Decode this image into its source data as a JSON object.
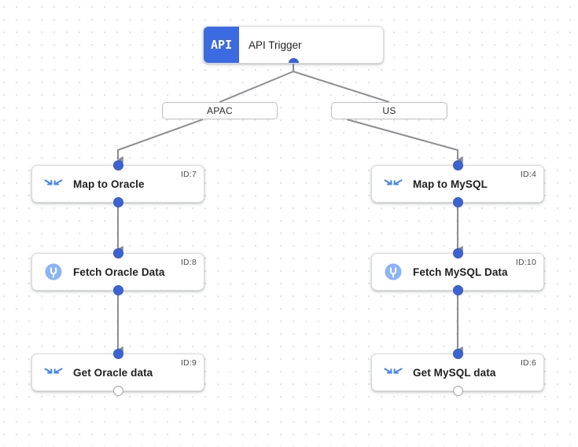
{
  "canvas": {
    "background_color": "#ffffff",
    "dot_color": "#e3e3e6",
    "accent_color": "#3b6ae1",
    "port_color": "#3b63d4",
    "edge_color": "#8a8d91"
  },
  "trigger": {
    "badge_text": "API",
    "title": "API Trigger",
    "icon": "api-badge-icon"
  },
  "branches": [
    {
      "label": "APAC"
    },
    {
      "label": "US"
    }
  ],
  "nodes": [
    {
      "label": "Map to Oracle",
      "id_text": "ID:7",
      "icon": "merge-arrows-icon",
      "bottom_port": "filled"
    },
    {
      "label": "Fetch Oracle Data",
      "id_text": "ID:8",
      "icon": "connector-plug-icon",
      "bottom_port": "filled"
    },
    {
      "label": "Get Oracle data",
      "id_text": "ID:9",
      "icon": "merge-arrows-icon",
      "bottom_port": "hollow"
    },
    {
      "label": "Map to MySQL",
      "id_text": "ID:4",
      "icon": "merge-arrows-icon",
      "bottom_port": "filled"
    },
    {
      "label": "Fetch MySQL Data",
      "id_text": "ID:10",
      "icon": "connector-plug-icon",
      "bottom_port": "filled"
    },
    {
      "label": "Get MySQL data",
      "id_text": "ID:6",
      "icon": "merge-arrows-icon",
      "bottom_port": "hollow"
    }
  ]
}
